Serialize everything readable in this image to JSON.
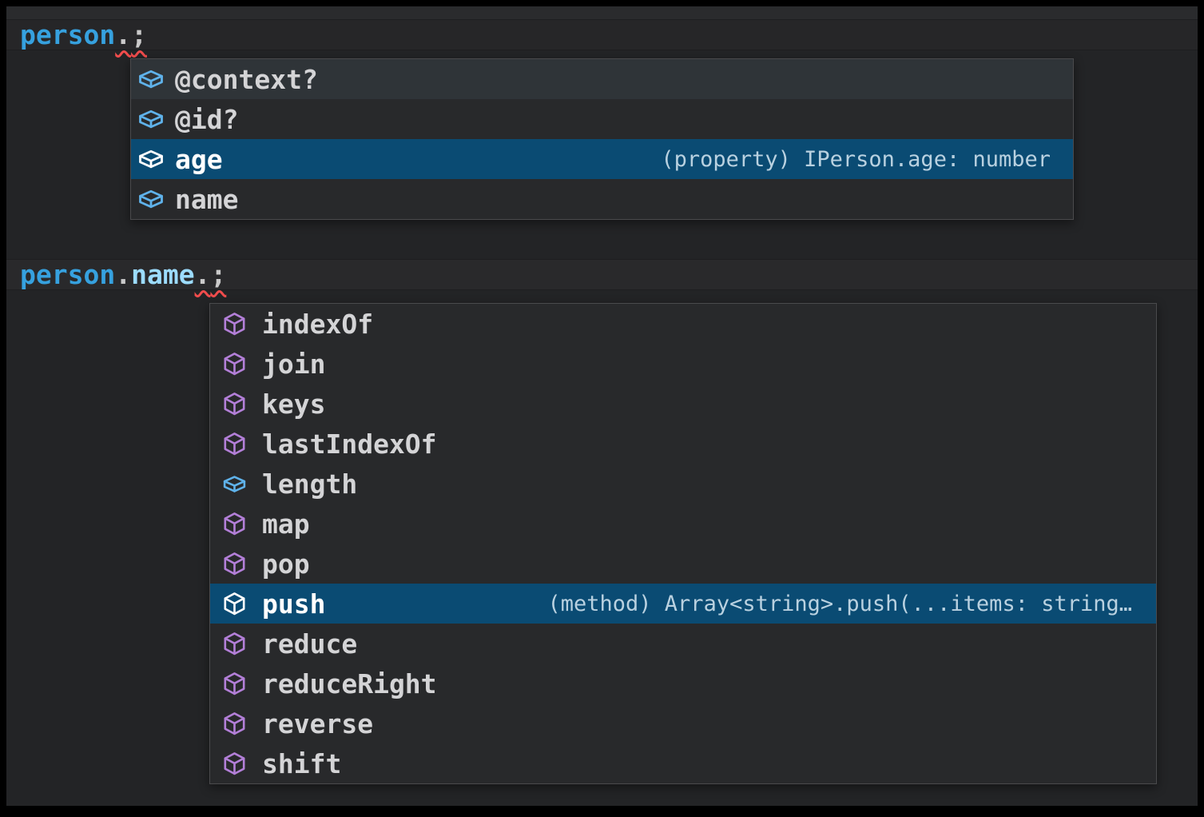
{
  "colors": {
    "selection_background": "#0A4B73",
    "error_squiggle": "#F14C4C",
    "field_icon": "#5FB2EA",
    "method_icon": "#B37FD8",
    "variable_token": "#36A1DF",
    "property_token": "#9CDCFE"
  },
  "code": {
    "line1": {
      "variable": "person",
      "dot": ".",
      "semicolon": ";"
    },
    "line2": {
      "variable": "person",
      "dot1": ".",
      "property": "name",
      "dot2": ".",
      "semicolon": ";"
    }
  },
  "suggest1": {
    "items": [
      {
        "label": "@context?",
        "kind": "field",
        "state": "hover"
      },
      {
        "label": "@id?",
        "kind": "field"
      },
      {
        "label": "age",
        "kind": "field",
        "state": "selected",
        "detail": "(property) IPerson.age: number"
      },
      {
        "label": "name",
        "kind": "field"
      }
    ]
  },
  "suggest2": {
    "items": [
      {
        "label": "indexOf",
        "kind": "method"
      },
      {
        "label": "join",
        "kind": "method"
      },
      {
        "label": "keys",
        "kind": "method"
      },
      {
        "label": "lastIndexOf",
        "kind": "method"
      },
      {
        "label": "length",
        "kind": "field"
      },
      {
        "label": "map",
        "kind": "method"
      },
      {
        "label": "pop",
        "kind": "method"
      },
      {
        "label": "push",
        "kind": "method",
        "state": "selected",
        "detail": "(method) Array<string>.push(...items: string…"
      },
      {
        "label": "reduce",
        "kind": "method"
      },
      {
        "label": "reduceRight",
        "kind": "method"
      },
      {
        "label": "reverse",
        "kind": "method"
      },
      {
        "label": "shift",
        "kind": "method"
      }
    ]
  }
}
